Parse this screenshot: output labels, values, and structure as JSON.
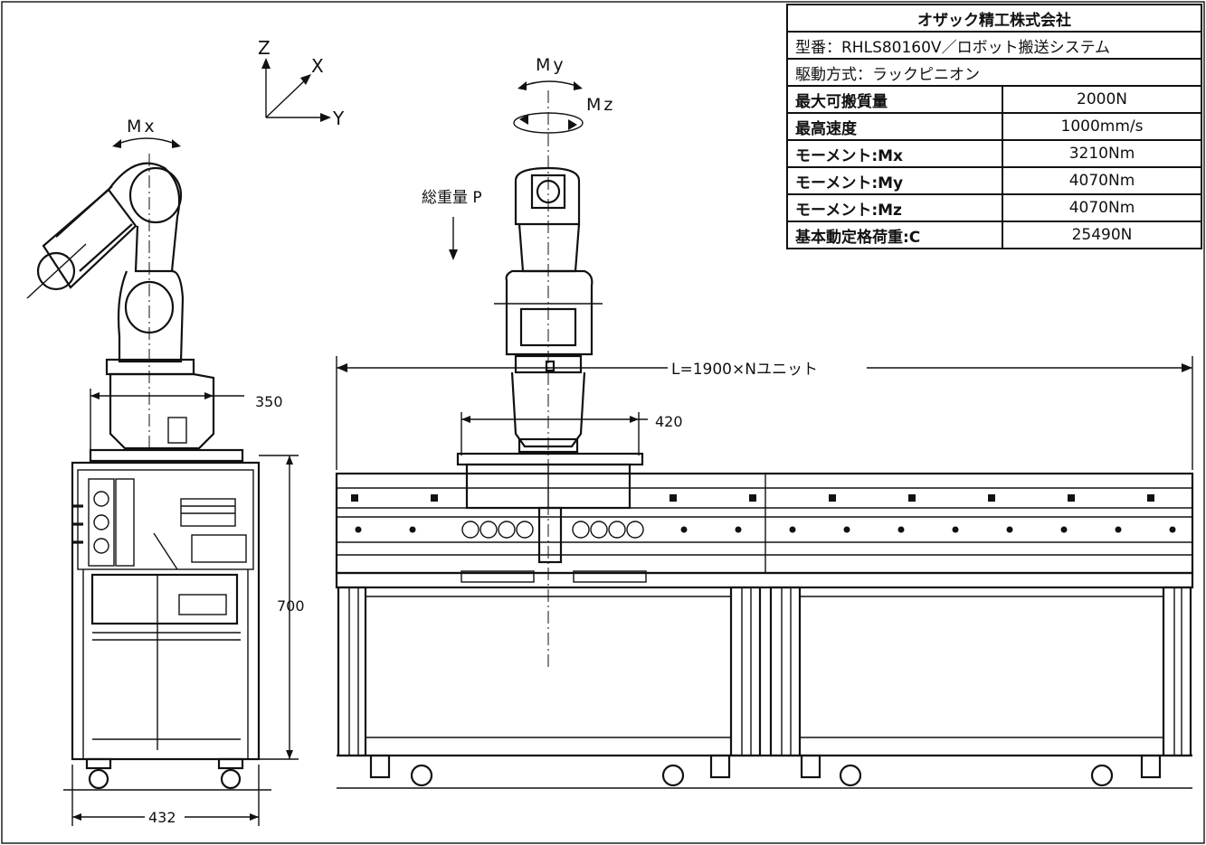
{
  "table": {
    "company": "オザック精工株式会社",
    "model": "型番：RHLS80160V／ロボット搬送システム",
    "drive": "駆動方式：ラックピニオン",
    "specs": [
      {
        "label": "最大可搬質量",
        "value": "2000N"
      },
      {
        "label": "最高速度",
        "value": "1000mm/s"
      },
      {
        "label": "モーメント:Mx",
        "value": "3210Nm"
      },
      {
        "label": "モーメント:My",
        "value": "4070Nm"
      },
      {
        "label": "モーメント:Mz",
        "value": "4070Nm"
      },
      {
        "label": "基本動定格荷重:C",
        "value": "25490N"
      }
    ]
  },
  "axes": {
    "z": "Z",
    "x": "X",
    "y": "Y"
  },
  "moments": {
    "mx": "Mx",
    "my": "My",
    "mz": "Mz"
  },
  "load": {
    "label": "総重量 P"
  },
  "dimensions": {
    "base_width": "350",
    "height": "700",
    "bottom_width": "432",
    "carriage_width": "420",
    "length": "L=1900×Nユニット"
  }
}
